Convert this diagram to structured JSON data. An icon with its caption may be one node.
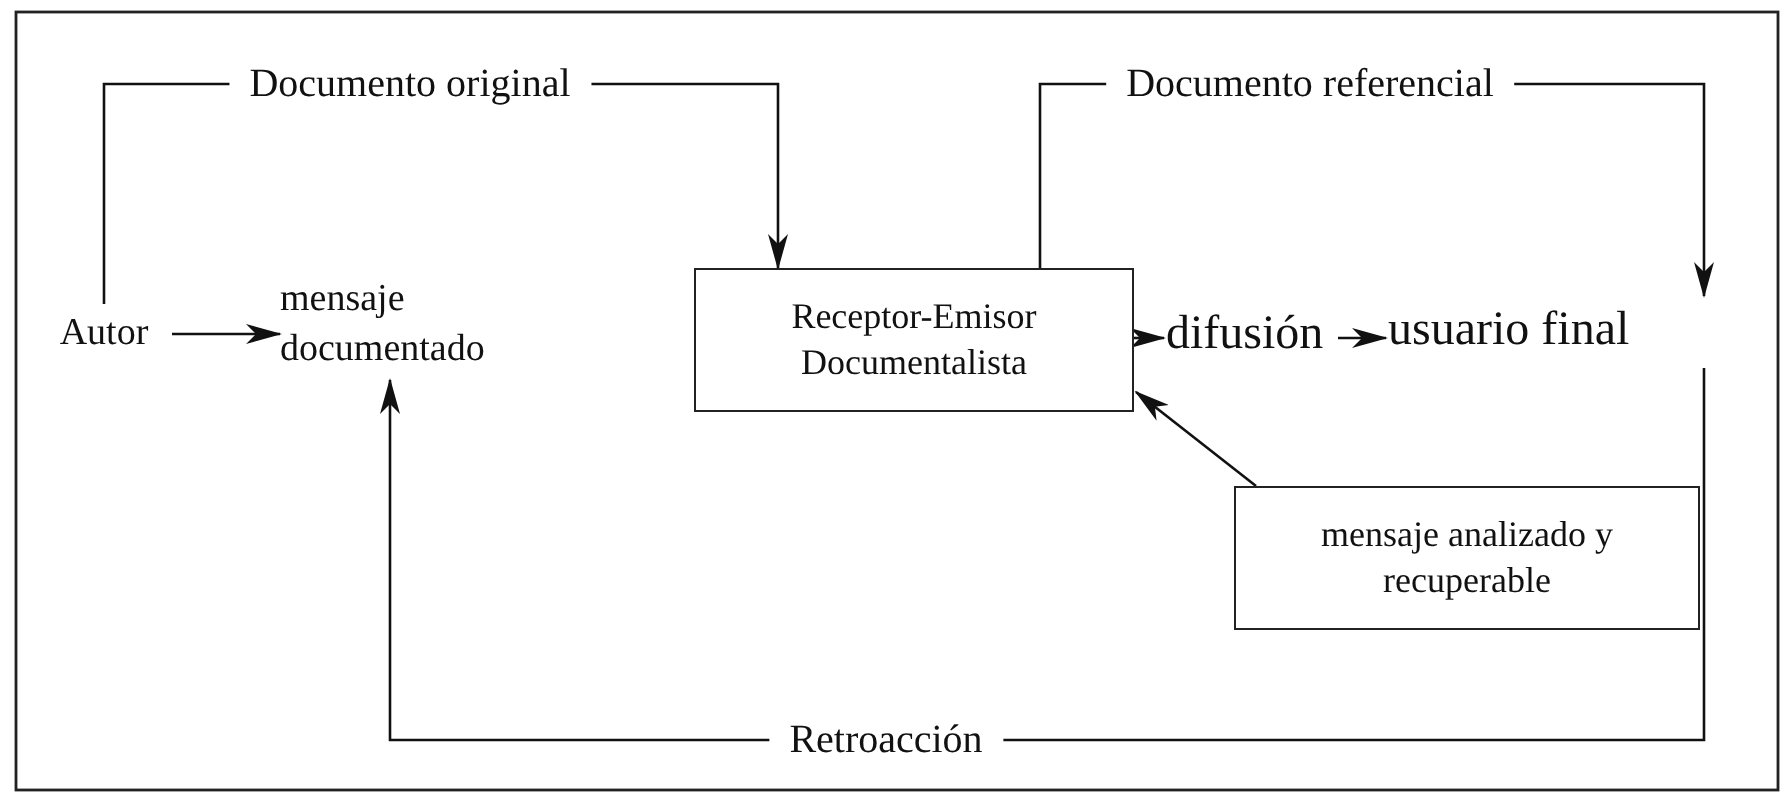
{
  "diagram": {
    "nodes": [
      {
        "text": [
          "Autor"
        ]
      },
      {
        "text": [
          "mensaje documentado"
        ]
      },
      {
        "text": [
          "Receptor-Emisor Documentalista"
        ]
      },
      {
        "text": [
          "difusión"
        ]
      },
      {
        "text": [
          "usuario final"
        ]
      },
      {
        "text": [
          "mensaje analizado y recuperable"
        ]
      }
    ],
    "edges": [
      {
        "from": 0,
        "to": 1,
        "arrow": "to"
      },
      {
        "from": 0,
        "to": 2,
        "arrow": "to",
        "label": "Documento original"
      },
      {
        "from": 2,
        "to": 4,
        "arrow": "to",
        "label": "Documento referencial"
      },
      {
        "from": 2,
        "to": 3,
        "arrow": "to"
      },
      {
        "from": 3,
        "to": 4,
        "arrow": "to"
      },
      {
        "from": 5,
        "to": 2,
        "arrow": "to"
      },
      {
        "from": 4,
        "to": 1,
        "arrow": "to",
        "label": "Retroacción"
      }
    ]
  }
}
